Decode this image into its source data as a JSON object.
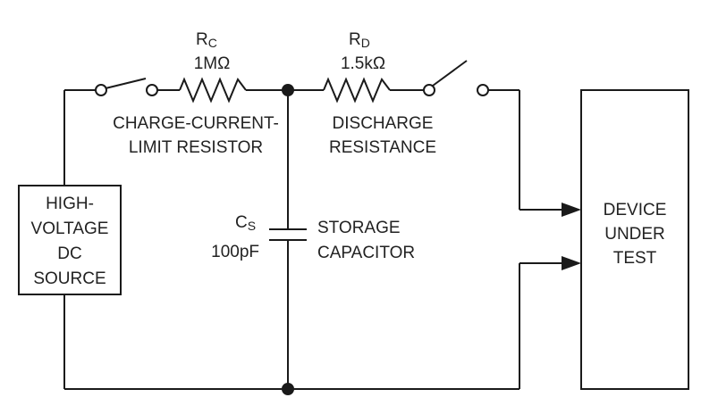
{
  "resistor_rc": {
    "symbol": "R",
    "subscript": "C",
    "value": "1MΩ"
  },
  "resistor_rd": {
    "symbol": "R",
    "subscript": "D",
    "value": "1.5kΩ"
  },
  "capacitor_cs": {
    "symbol": "C",
    "subscript": "S",
    "value": "100pF"
  },
  "charge_label": {
    "line1": "CHARGE-CURRENT-",
    "line2": "LIMIT RESISTOR"
  },
  "discharge_label": {
    "line1": "DISCHARGE",
    "line2": "RESISTANCE"
  },
  "storage_label": {
    "line1": "STORAGE",
    "line2": "CAPACITOR"
  },
  "source_box": {
    "line1": "HIGH-",
    "line2": "VOLTAGE",
    "line3": "DC",
    "line4": "SOURCE"
  },
  "dut_box": {
    "line1": "DEVICE",
    "line2": "UNDER",
    "line3": "TEST"
  }
}
